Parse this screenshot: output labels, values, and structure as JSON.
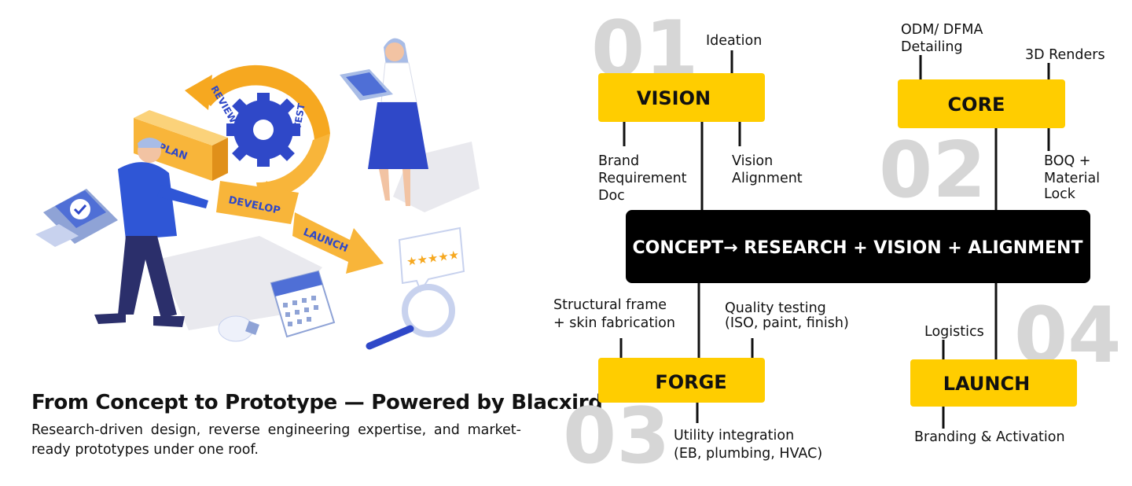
{
  "headline": "From Concept to Prototype — Powered by Blacxird",
  "subtext": "Research-driven design, reverse engineering expertise, and market-ready prototypes under one roof.",
  "illustration": {
    "plan": "PLAN",
    "develop": "DEVELOP",
    "test": "TEST",
    "review": "REVIEW",
    "launch": "LAUNCH"
  },
  "center": "CONCEPT→ RESEARCH + VISION + ALIGNMENT",
  "stages": {
    "vision": {
      "number": "01",
      "title": "VISION",
      "top_label": "Ideation",
      "bottom_left": [
        "Brand",
        "Requirement",
        "Doc"
      ],
      "bottom_right": [
        "Vision",
        "Alignment"
      ]
    },
    "core": {
      "number": "02",
      "title": "CORE",
      "top_left": [
        "ODM/ DFMA",
        "Detailing"
      ],
      "top_right": "3D Renders",
      "bottom_right": [
        "BOQ +",
        "Material",
        "Lock"
      ]
    },
    "forge": {
      "number": "03",
      "title": "FORGE",
      "top_left": [
        "Structural frame",
        "+ skin fabrication"
      ],
      "top_right": [
        "Quality testing",
        "(ISO, paint, finish)"
      ],
      "bottom": [
        "Utility integration",
        "(EB, plumbing, HVAC)"
      ]
    },
    "launch": {
      "number": "04",
      "title": "LAUNCH",
      "top_label": "Logistics",
      "bottom": "Branding & Activation"
    }
  },
  "colors": {
    "accent": "#ffcd00",
    "center_box": "#000000",
    "big_number": "#d6d6d6",
    "arrow": "#f6a820",
    "gear": "#2f48c8",
    "shirt": "#2f56d6"
  }
}
